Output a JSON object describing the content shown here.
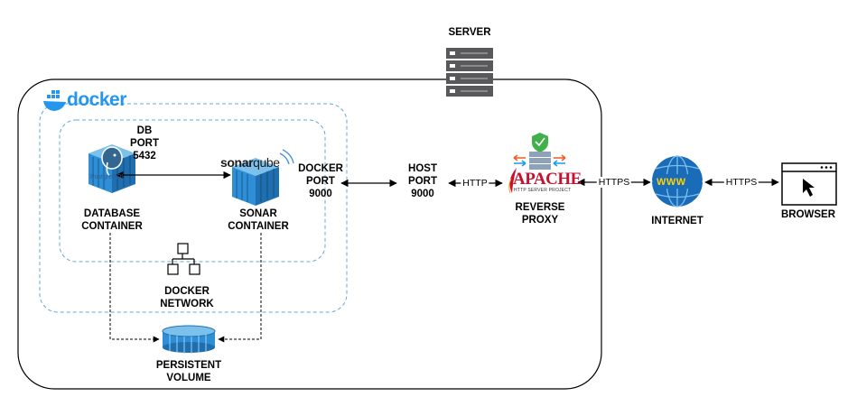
{
  "labels": {
    "server": "SERVER",
    "docker_logo": "docker",
    "db_port": [
      "DB",
      "PORT",
      "5432"
    ],
    "database_container": [
      "DATABASE",
      "CONTAINER"
    ],
    "sonar_container": [
      "SONAR",
      "CONTAINER"
    ],
    "docker_port": [
      "DOCKER",
      "PORT",
      "9000"
    ],
    "host_port": [
      "HOST",
      "PORT",
      "9000"
    ],
    "reverse_proxy": [
      "REVERSE",
      "PROXY"
    ],
    "internet": "INTERNET",
    "browser": "BROWSER",
    "docker_network": [
      "DOCKER",
      "NETWORK"
    ],
    "persistent_volume": [
      "PERSISTENT",
      "VOLUME"
    ]
  },
  "logos": {
    "sonarqube_bold": "sonar",
    "sonarqube_light": "qube",
    "postgresql": "PostgreSQL",
    "apache": "APACHE",
    "apache_sub": "HTTP SERVER PROJECT",
    "www": "WWW"
  },
  "edges": {
    "http": "HTTP",
    "https_1": "HTTPS",
    "https_2": "HTTPS"
  },
  "colors": {
    "docker_blue": "#2496ed",
    "container_blue": "#2e8fd6",
    "server_grey": "#59595c",
    "globe_blue": "#1a6bb8",
    "apache_red": "#c8102e",
    "dashed_blue": "#5fa8d8"
  }
}
